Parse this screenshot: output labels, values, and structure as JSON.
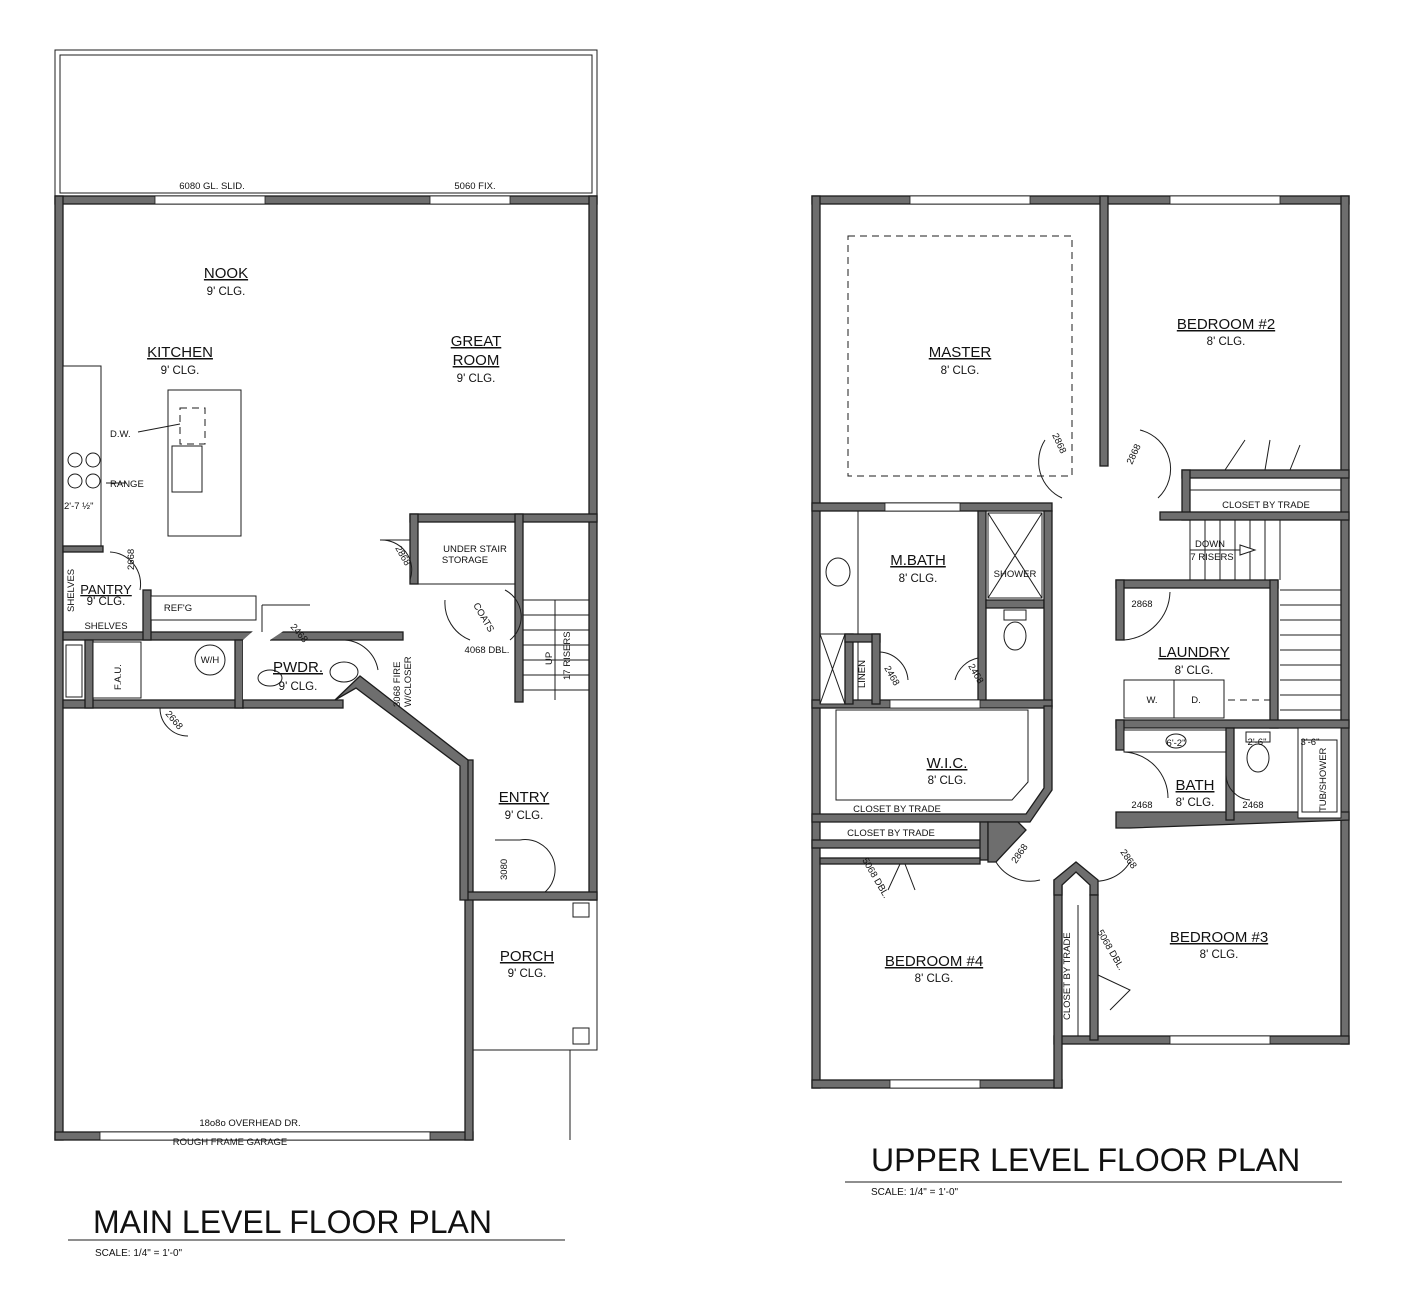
{
  "main_level": {
    "title": "MAIN LEVEL FLOOR PLAN",
    "scale": "SCALE: 1/4\" = 1'-0\"",
    "rooms": {
      "nook": {
        "name": "NOOK",
        "clg": "9' CLG."
      },
      "kitchen": {
        "name": "KITCHEN",
        "clg": "9' CLG."
      },
      "great_room": {
        "name_line1": "GREAT",
        "name_line2": "ROOM",
        "clg": "9' CLG."
      },
      "pantry": {
        "name": "PANTRY",
        "clg": "9' CLG."
      },
      "pwdr": {
        "name": "PWDR.",
        "clg": "9' CLG."
      },
      "entry": {
        "name": "ENTRY",
        "clg": "9' CLG."
      },
      "porch": {
        "name": "PORCH",
        "clg": "9' CLG."
      }
    },
    "labels": {
      "slider": "6080 GL. SLID.",
      "fixed": "5060 FIX.",
      "dw": "D.W.",
      "range": "RANGE",
      "dim": "2'-7 ½\"",
      "shelves_v": "SHELVES",
      "shelves_h": "SHELVES",
      "refg": "REF'G",
      "pantry_door": "2668",
      "under_stair_1": "UNDER STAIR",
      "under_stair_2": "STORAGE",
      "stair_door": "2868",
      "coats": "COATS",
      "coat_door": "4068 DBL.",
      "up": "UP",
      "risers": "17 RISERS",
      "pwdr_door": "2468",
      "fire_door_1": "3068 FIRE",
      "fire_door_2": "W/CLOSER",
      "wh": "W/H",
      "fau": "F.A.U.",
      "garage_door": "2668",
      "entry_door": "3080",
      "overhead": "18o8o OVERHEAD DR.",
      "garage": "ROUGH FRAME GARAGE"
    }
  },
  "upper_level": {
    "title": "UPPER LEVEL FLOOR PLAN",
    "scale": "SCALE: 1/4\" = 1'-0\"",
    "rooms": {
      "master": {
        "name": "MASTER",
        "clg": "8' CLG."
      },
      "bedroom2": {
        "name": "BEDROOM #2",
        "clg": "8' CLG."
      },
      "mbath": {
        "name": "M.BATH",
        "clg": "8' CLG."
      },
      "laundry": {
        "name": "LAUNDRY",
        "clg": "8' CLG."
      },
      "wic": {
        "name": "W.I.C.",
        "clg": "8' CLG."
      },
      "bath": {
        "name": "BATH",
        "clg": "8' CLG."
      },
      "bedroom4": {
        "name": "BEDROOM #4",
        "clg": "8' CLG."
      },
      "bedroom3": {
        "name": "BEDROOM #3",
        "clg": "8' CLG."
      }
    },
    "labels": {
      "master_door": "2868",
      "bed2_door": "2868",
      "closet_trade_1": "CLOSET BY TRADE",
      "down": "DOWN",
      "down_risers": "7 RISERS",
      "shower": "SHOWER",
      "laundry_door": "2868",
      "linen": "LINEN",
      "linen_door": "2468",
      "mbath_door": "2468",
      "washer": "W.",
      "dryer": "D.",
      "closet_trade_wic": "CLOSET BY TRADE",
      "sink_dim": "6'-2\"",
      "dim_2_6": "2'-6\"",
      "dim_3_6": "3'-6\"",
      "tub": "TUB/SHOWER",
      "bath_door_1": "2468",
      "bath_door_2": "2468",
      "closet_trade_b4": "CLOSET BY TRADE",
      "b4_closet_door": "5068 DBL.",
      "b4_door": "2868",
      "b3_door": "2868",
      "closet_trade_b3": "CLOSET BY TRADE",
      "b3_closet_door": "5068 DBL."
    }
  }
}
